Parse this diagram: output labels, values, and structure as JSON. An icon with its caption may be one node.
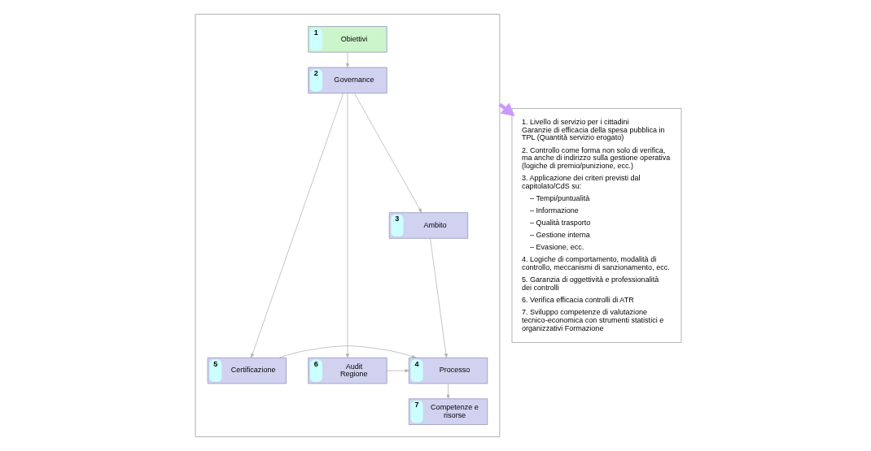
{
  "diagram": {
    "nodes": [
      {
        "text": [],
        "shape": "box"
      },
      {
        "text": [
          "1",
          "Obiettivi"
        ],
        "in": 0
      },
      {
        "text": [
          "2",
          "Governance"
        ],
        "in": 0
      },
      {
        "text": [
          "3",
          "Ambito"
        ],
        "in": 0
      },
      {
        "text": [
          "5",
          "Certificazione"
        ],
        "in": 0
      },
      {
        "text": [
          "4",
          "Processo"
        ],
        "in": 0
      },
      {
        "text": [
          "6",
          "Audit Regione"
        ],
        "in": 0
      },
      {
        "text": [
          "7",
          "Competenze e risorse"
        ],
        "in": 0
      },
      {
        "text": [
          "1. Livello di servizio per i cittadini Garanzie di efficacia della spesa pubblica in TPL (Quantità servizio erogato)",
          "2. Controllo come forma non solo di verifica, ma anche di indirizzo sulla gestione operativa (logiche di premio/punizione, ecc.)",
          "3. Applicazione dei criteri previsti dal capitolato/CdS su:",
          "– Tempi/puntualità",
          "– Informazione",
          "– Qualità trasporto",
          "– Gestione interna",
          "– Evasione, ecc.",
          "4. Logiche di comportamento, modalità di controllo, meccanismi di sanzionamento, ecc.",
          "5. Garanzia di oggettività e professionalità dei controlli",
          "6. Verifica efficacia controlli di ATR",
          "7. Sviluppo competenze di valutazione tecnico-economica con strumenti statistici e organizzativi Formazione"
        ]
      }
    ],
    "edges": [
      {
        "from": 1,
        "to": 2,
        "arrow": "to"
      },
      {
        "from": 2,
        "to": 3,
        "arrow": "to"
      },
      {
        "from": 2,
        "to": 4,
        "arrow": "to"
      },
      {
        "from": 2,
        "to": 6,
        "arrow": "to"
      },
      {
        "from": 3,
        "to": 5,
        "arrow": "to"
      },
      {
        "from": 4,
        "to": 5,
        "arrow": "to"
      },
      {
        "from": 6,
        "to": 5,
        "arrow": "to"
      },
      {
        "from": 5,
        "to": 7,
        "arrow": "to"
      },
      {
        "from": 0,
        "to": 8,
        "arrow": "to",
        "style": "thick",
        "color": "#cc99ff"
      }
    ]
  }
}
